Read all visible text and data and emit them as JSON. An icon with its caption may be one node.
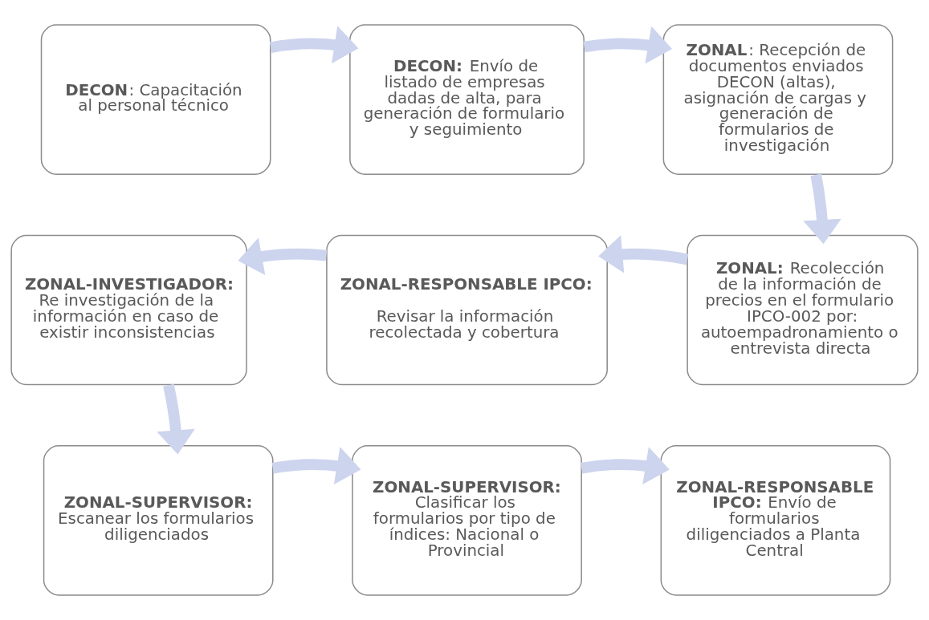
{
  "diagram": {
    "nodes": [
      {
        "text": [
          "**DECON**: Capacitación al personal técnico"
        ]
      },
      {
        "text": [
          "**DECON:** Envío de listado de empresas dadas de alta, para generación de formulario y seguimiento"
        ]
      },
      {
        "text": [
          "**ZONAL**: Recepción de documentos enviados DECON (altas), asignación de cargas y generación de formularios de investigación"
        ]
      },
      {
        "text": [
          "**ZONAL:** Recolección de la información de precios en el formulario IPCO-002 por: autoempadronamiento o entrevista directa"
        ]
      },
      {
        "text": [
          "ZONAL-RESPONSABLE IPCO:",
          "Revisar la información recolectada y cobertura"
        ]
      },
      {
        "text": [
          "**ZONAL-INVESTIGADOR:** Re investigación de la información en caso de existir inconsistencias"
        ]
      },
      {
        "text": [
          "**ZONAL-SUPERVISOR:** Escanear los formularios diligenciados"
        ]
      },
      {
        "text": [
          "**ZONAL-SUPERVISOR:** Clasificar los formularios por tipo de índices: Nacional o Provincial"
        ]
      },
      {
        "text": [
          "**ZONAL-RESPONSABLE IPCO:** Envío de formularios diligenciados a Planta Central"
        ]
      }
    ],
    "edges": [
      {
        "from": 0,
        "to": 1,
        "arrow": "to"
      },
      {
        "from": 1,
        "to": 2,
        "arrow": "to"
      },
      {
        "from": 2,
        "to": 3,
        "arrow": "to"
      },
      {
        "from": 3,
        "to": 4,
        "arrow": "to"
      },
      {
        "from": 4,
        "to": 5,
        "arrow": "to"
      },
      {
        "from": 5,
        "to": 6,
        "arrow": "to"
      },
      {
        "from": 6,
        "to": 7,
        "arrow": "to"
      },
      {
        "from": 7,
        "to": 8,
        "arrow": "to"
      }
    ]
  }
}
